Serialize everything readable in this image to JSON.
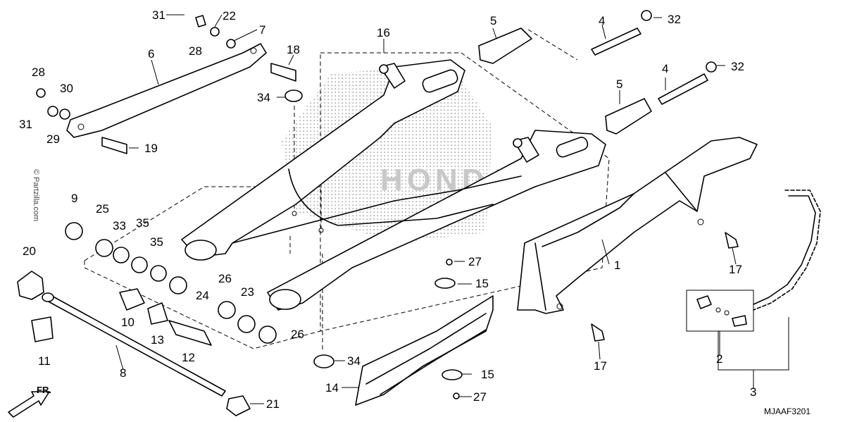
{
  "diagram_code": "MJAAF3201",
  "watermark": "© Partzilla.com",
  "brand_watermark": "HONDA",
  "direction_label": "FR.",
  "callouts": {
    "p1": "1",
    "p2": "2",
    "p3": "3",
    "p4a": "4",
    "p4b": "4",
    "p5a": "5",
    "p5b": "5",
    "p6": "6",
    "p7": "7",
    "p8": "8",
    "p9": "9",
    "p10": "10",
    "p11": "11",
    "p12": "12",
    "p13": "13",
    "p14": "14",
    "p15a": "15",
    "p15b": "15",
    "p16": "16",
    "p17a": "17",
    "p17b": "17",
    "p18": "18",
    "p19": "19",
    "p20": "20",
    "p21": "21",
    "p22": "22",
    "p23": "23",
    "p24": "24",
    "p25": "25",
    "p26a": "26",
    "p26b": "26",
    "p27a": "27",
    "p27b": "27",
    "p28a": "28",
    "p28b": "28",
    "p29": "29",
    "p30": "30",
    "p31a": "31",
    "p31b": "31",
    "p32a": "32",
    "p32b": "32",
    "p33": "33",
    "p34a": "34",
    "p34b": "34",
    "p35a": "35",
    "p35b": "35"
  },
  "icons": {
    "swingarm": "swingarm-icon",
    "chain_case": "chain-case-icon",
    "chain": "drive-chain-icon",
    "arrow": "front-direction-arrow-icon"
  }
}
